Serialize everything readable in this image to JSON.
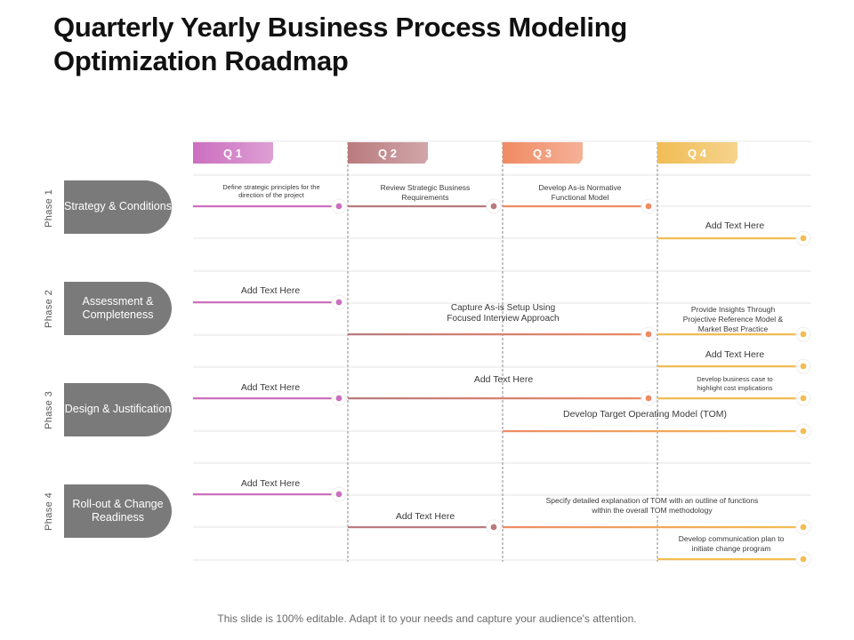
{
  "title": "Quarterly Yearly Business Process Modeling Optimization Roadmap",
  "footer": "This slide is 100% editable. Adapt it to your needs and capture your audience's attention.",
  "quarters": [
    {
      "label": "Q 1",
      "color": "#cc6fbf"
    },
    {
      "label": "Q 2",
      "color": "#b97a7e"
    },
    {
      "label": "Q 3",
      "color": "#f08a63"
    },
    {
      "label": "Q 4",
      "color": "#f1bd54"
    }
  ],
  "phases": [
    {
      "label": "Phase 1",
      "name": "Strategy & Conditions"
    },
    {
      "label": "Phase 2",
      "name": "Assessment & Completeness"
    },
    {
      "label": "Phase 3",
      "name": "Design & Justification"
    },
    {
      "label": "Phase 4",
      "name": "Roll-out & Change Readiness"
    }
  ],
  "tasks": [
    {
      "text": "Define strategic principles for the direction of the project"
    },
    {
      "text": "Review Strategic Business Requirements"
    },
    {
      "text": "Develop As-is Normative Functional Model"
    },
    {
      "text": "Add Text Here"
    },
    {
      "text": "Add Text Here"
    },
    {
      "text": "Capture As-is Setup Using Focused Interview Approach"
    },
    {
      "text": "Provide Insights Through Projective Reference Model & Market Best Practice"
    },
    {
      "text": "Add Text Here"
    },
    {
      "text": "Add Text Here"
    },
    {
      "text": "Add Text Here"
    },
    {
      "text": "Develop business case to highlight cost implications"
    },
    {
      "text": "Develop Target Operating Model  (TOM)"
    },
    {
      "text": "Add Text Here"
    },
    {
      "text": "Specify detailed explanation of TOM with an outline of functions within the overall TOM methodology"
    },
    {
      "text": "Add Text Here"
    },
    {
      "text": "Develop communication plan to initiate change program"
    }
  ]
}
